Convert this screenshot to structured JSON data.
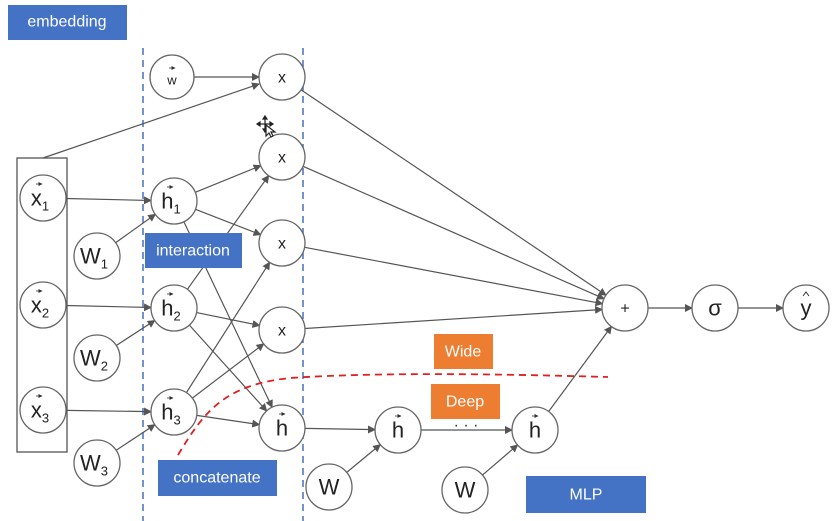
{
  "labels": {
    "embedding": "embedding",
    "interaction": "interaction",
    "concatenate": "concatenate",
    "wide": "Wide",
    "deep": "Deep",
    "mlp": "MLP"
  },
  "nodes": {
    "w": {
      "base": "w",
      "sub": ""
    },
    "x_a": {
      "base": "x",
      "sub": ""
    },
    "x_b": {
      "base": "x",
      "sub": ""
    },
    "x_c": {
      "base": "x",
      "sub": ""
    },
    "x_d": {
      "base": "x",
      "sub": ""
    },
    "x1": {
      "base": "x",
      "sub": "1"
    },
    "x2": {
      "base": "x",
      "sub": "2"
    },
    "x3": {
      "base": "x",
      "sub": "3"
    },
    "W1": {
      "base": "W",
      "sub": "1"
    },
    "W2": {
      "base": "W",
      "sub": "2"
    },
    "W3": {
      "base": "W",
      "sub": "3"
    },
    "h1": {
      "base": "h",
      "sub": "1"
    },
    "h2": {
      "base": "h",
      "sub": "2"
    },
    "h3": {
      "base": "h",
      "sub": "3"
    },
    "h": {
      "base": "h",
      "sub": ""
    },
    "h_m1": {
      "base": "h",
      "sub": ""
    },
    "h_m2": {
      "base": "h",
      "sub": ""
    },
    "W_m1": {
      "base": "W",
      "sub": ""
    },
    "W_m2": {
      "base": "W",
      "sub": ""
    },
    "plus": {
      "base": "+",
      "sub": ""
    },
    "sigma": {
      "base": "σ",
      "sub": ""
    },
    "yhat": {
      "base": "y",
      "sub": ""
    }
  },
  "ellipsis": "· · ·",
  "colors": {
    "blue_box": "#4472c4",
    "orange_box": "#ed7d31",
    "divider": "#4472c4",
    "wide_deep_split": "#e02020",
    "w_text": "#2e75b6"
  }
}
